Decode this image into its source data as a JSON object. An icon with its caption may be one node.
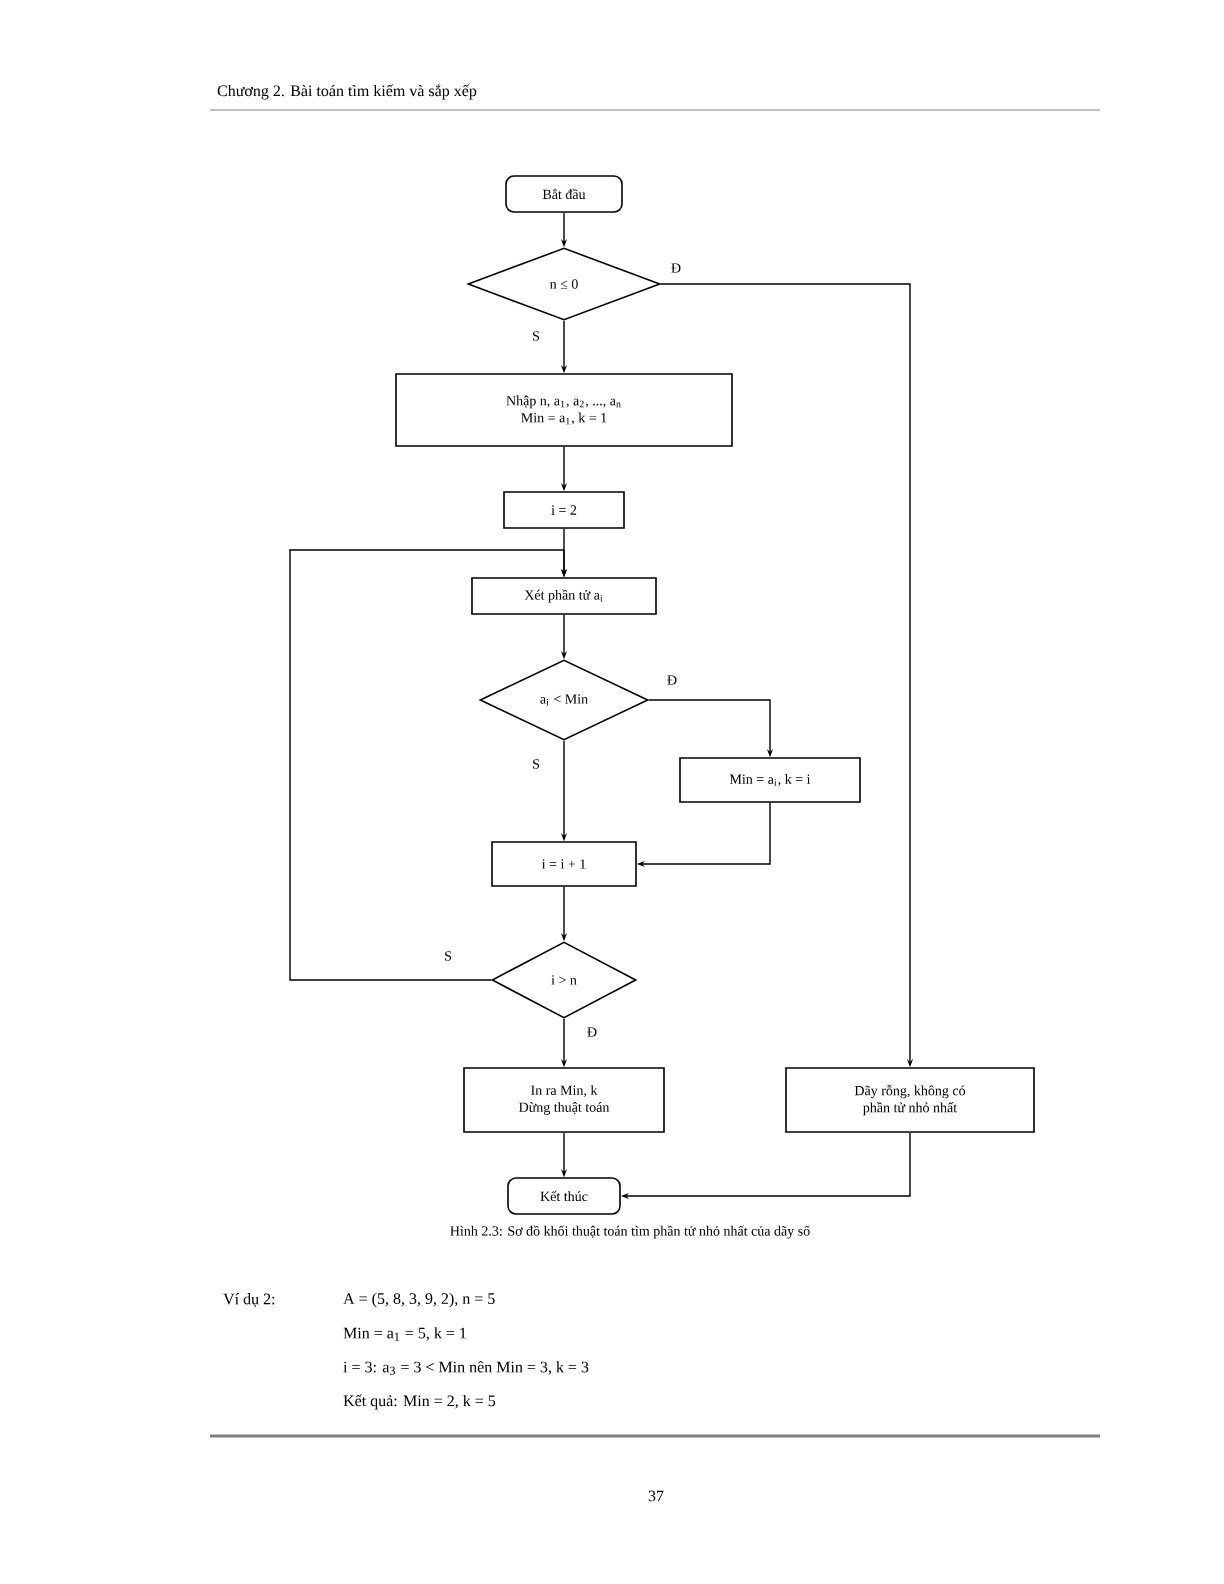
{
  "diagram": {
    "caption": "Hình 2.3: Sơ đồ khối thuật toán tìm phần tử nhỏ nhất của dãy số",
    "nodes": [
      {
        "text": [
          "Bắt đầu"
        ]
      },
      {
        "text": [
          "n ≤ 0"
        ]
      },
      {
        "text": [
          "Nhập n, a$_{1}$, a$_{2}$, ..., a$_{n}$",
          "Min = a$_{1}$, k = 1"
        ]
      },
      {
        "text": [
          "i = 2"
        ]
      },
      {
        "text": [
          "Xét phần tử a$_{i}$"
        ]
      },
      {
        "text": [
          "a$_{i}$ < Min"
        ]
      },
      {
        "text": [
          "Min = a$_{i}$, k = i"
        ]
      },
      {
        "text": [
          "i = i + 1"
        ]
      },
      {
        "text": [
          "i > n"
        ]
      },
      {
        "text": [
          "In ra Min, k",
          "Dừng thuật toán"
        ]
      },
      {
        "text": [
          "Dãy rỗng, không có",
          "phần tử nhỏ nhất"
        ]
      },
      {
        "text": [
          "Kết thúc"
        ]
      }
    ],
    "edges": [
      {
        "from": 0,
        "to": 1,
        "arrow": "to"
      },
      {
        "from": 1,
        "to": 2,
        "arrow": "to",
        "label": "S"
      },
      {
        "from": 1,
        "to": 10,
        "arrow": "to",
        "label": "Đ"
      },
      {
        "from": 2,
        "to": 3,
        "arrow": "to"
      },
      {
        "from": 3,
        "to": 4,
        "arrow": "to"
      },
      {
        "from": 4,
        "to": 5,
        "arrow": "to"
      },
      {
        "from": 5,
        "to": 6,
        "arrow": "to",
        "label": "Đ"
      },
      {
        "from": 5,
        "to": 7,
        "arrow": "to",
        "label": "S"
      },
      {
        "from": 6,
        "to": 7,
        "arrow": "to"
      },
      {
        "from": 7,
        "to": 8,
        "arrow": "to"
      },
      {
        "from": 8,
        "to": 4,
        "arrow": "to",
        "label": "S"
      },
      {
        "from": 8,
        "to": 9,
        "arrow": "to",
        "label": "Đ"
      },
      {
        "from": 9,
        "to": 11,
        "arrow": "to"
      },
      {
        "from": 10,
        "to": 11,
        "arrow": "to"
      }
    ],
    "labels": [
      "Chương 2. Bài toán tìm kiếm và sắp xếp",
      "Ví dụ 2:",
      "A = (5, 8, 3, 9, 2), n = 5",
      "Min = a$_{1}$ = 5, k = 1",
      "i = 3: a$_{3}$ = 3 < Min nên Min = 3, k = 3",
      "Kết quả: Min = 2, k = 5",
      "37"
    ]
  }
}
